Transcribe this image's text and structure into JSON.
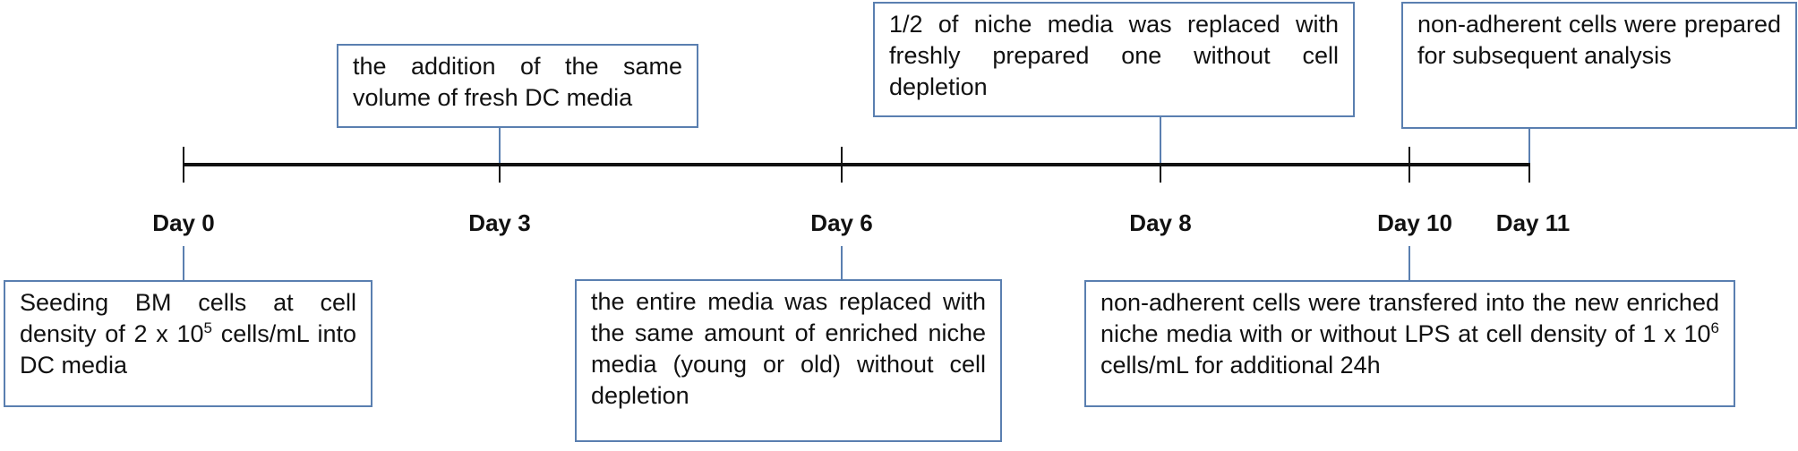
{
  "timeline": {
    "days": [
      "Day 0",
      "Day 3",
      "Day 6",
      "Day 8",
      "Day 10",
      "Day 11"
    ]
  },
  "boxes": {
    "day0": {
      "line1": "Seeding BM cells at cell density of 2 x 10",
      "sup": "5",
      "line2": " cells/mL into DC media"
    },
    "day3": "the addition of the same volume of fresh DC media",
    "day6": "the entire media was replaced with the same amount of enriched niche media (young or old) without cell depletion",
    "day8": "1/2 of niche media was replaced with freshly prepared one without cell depletion",
    "day10": {
      "line1": "non-adherent cells were transfered into the new enriched niche media with or without LPS at cell density of 1 x 10",
      "sup": "6",
      "line2": " cells/mL for additional 24h"
    },
    "day11": "non-adherent cells were prepared for subsequent analysis"
  }
}
